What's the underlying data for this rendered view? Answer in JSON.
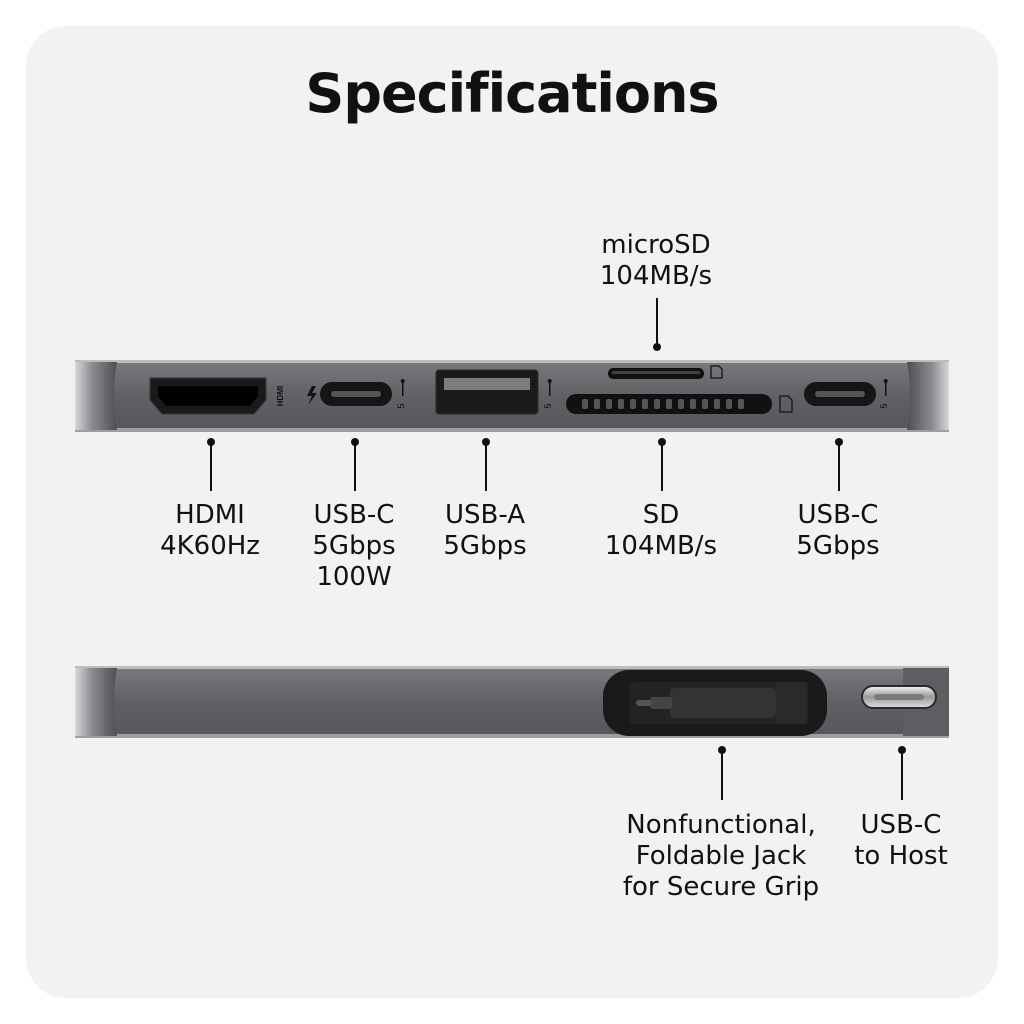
{
  "title": "Specifications",
  "top_hub": {
    "hdmi_side_text": "HDMI",
    "port_marks": {
      "usb_c_1": "5",
      "usb_a": "5",
      "usb_c_2": "5"
    }
  },
  "labels": {
    "microsd": [
      "microSD",
      "104MB/s"
    ],
    "hdmi": [
      "HDMI",
      "4K60Hz"
    ],
    "usb_c_1": [
      "USB-C",
      "5Gbps",
      "100W"
    ],
    "usb_a": [
      "USB-A",
      "5Gbps"
    ],
    "sd": [
      "SD",
      "104MB/s"
    ],
    "usb_c_2": [
      "USB-C",
      "5Gbps"
    ],
    "jack": [
      "Nonfunctional,",
      "Foldable Jack",
      "for Secure Grip"
    ],
    "usb_c_host": [
      "USB-C",
      "to Host"
    ]
  },
  "colors": {
    "card_bg": "#f2f2f2",
    "hub_body": "#66676a",
    "port_black": "#111111"
  }
}
